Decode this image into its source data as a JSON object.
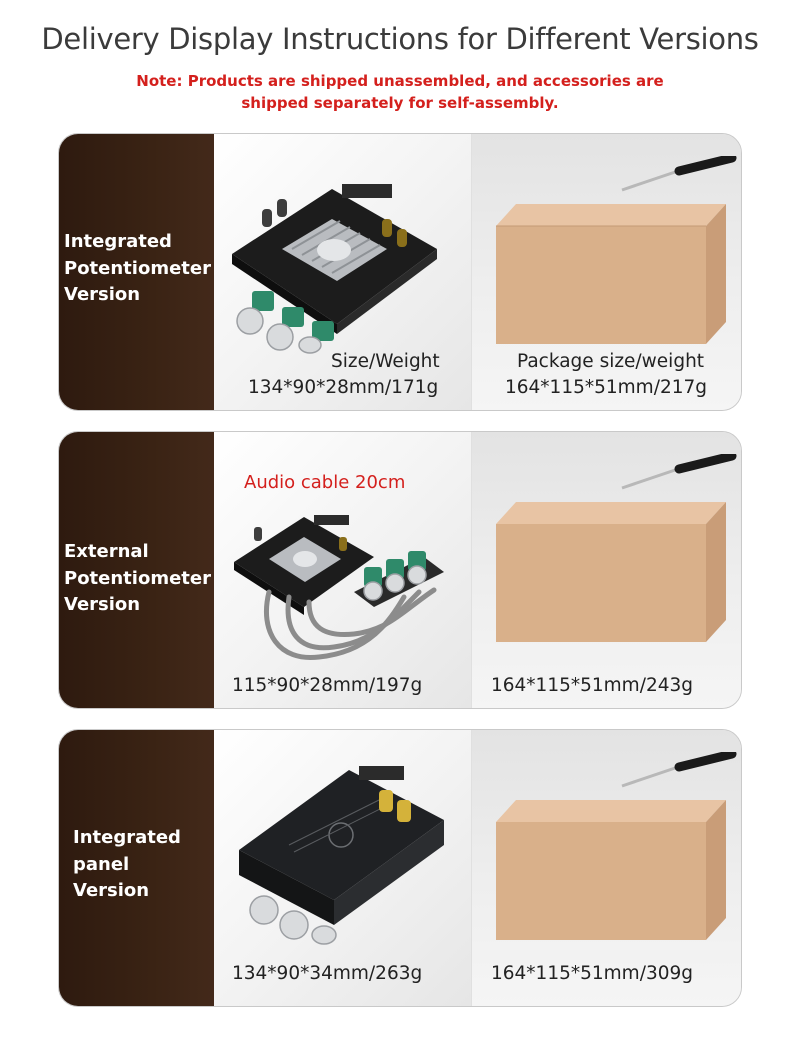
{
  "header": {
    "title": "Delivery Display Instructions for Different Versions",
    "note_line1": "Note: Products are shipped unassembled, and accessories are",
    "note_line2": "shipped separately for self-assembly."
  },
  "versions": [
    {
      "name_lines": [
        "Integrated",
        "Potentiometer",
        "Version"
      ],
      "product_size_label": "Size/Weight",
      "product_size": "134*90*28mm/171g",
      "package_size_label": "Package size/weight",
      "package_size": "164*115*51mm/217g"
    },
    {
      "name_lines": [
        "External",
        "Potentiometer",
        "Version"
      ],
      "accessory_label": "Audio cable 20cm",
      "product_size": "115*90*28mm/197g",
      "package_size": "164*115*51mm/243g"
    },
    {
      "name_lines": [
        "Integrated",
        "panel",
        "Version"
      ],
      "product_size": "134*90*34mm/263g",
      "package_size": "164*115*51mm/309g"
    }
  ],
  "icons": [
    "amplifier-board-icon",
    "package-box-icon",
    "screwdriver-icon",
    "audio-cable-icon",
    "knob-board-icon",
    "panel-amplifier-icon"
  ],
  "colors": {
    "note_red": "#d4201d",
    "label_panel_brown": "#3a2314",
    "box_kraft": "#d9b08a",
    "title_gray": "#3b3b3b"
  }
}
